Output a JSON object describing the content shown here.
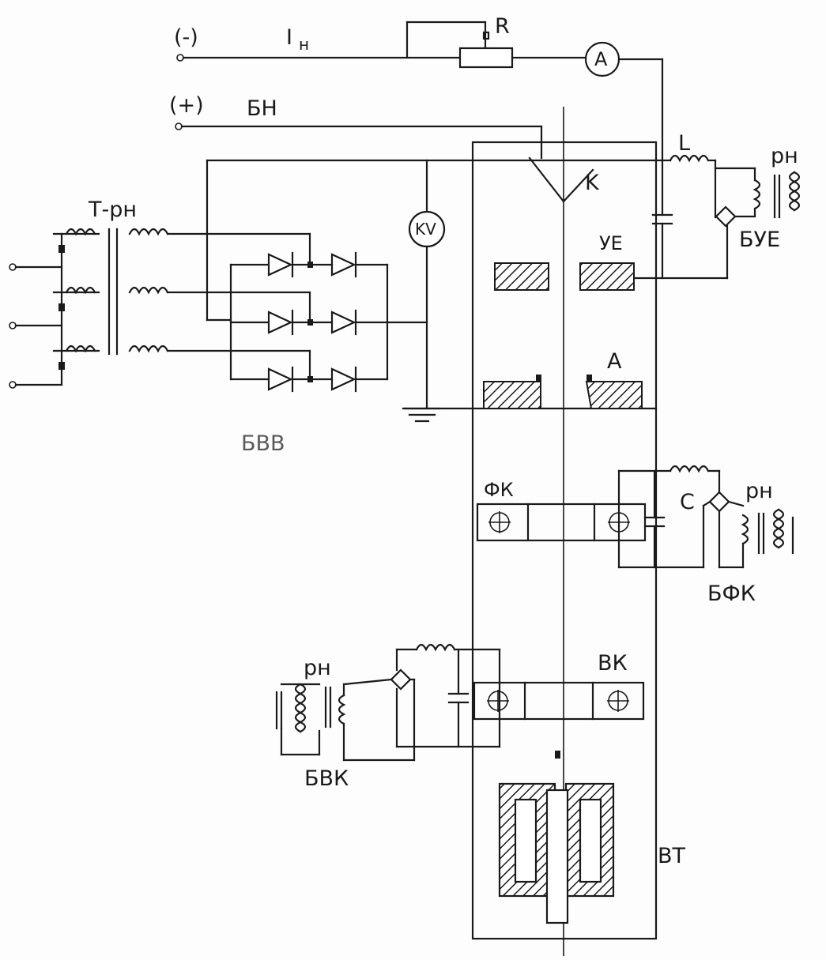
{
  "labels": {
    "minus": "(-)",
    "plus": "(+)",
    "current": "I",
    "current_sub": "н",
    "resistor": "R",
    "ammeter": "A",
    "bn": "БН",
    "inductor": "L",
    "key": "K",
    "kv": "KV",
    "t_rn": "Т-рн",
    "ue": "УЕ",
    "bue": "БУЕ",
    "rn_top": "рн",
    "anode": "А",
    "bvv": "БВВ",
    "fk": "ФК",
    "capacitor": "C",
    "rn_mid": "рн",
    "bfk": "БФК",
    "rn_left": "рн",
    "vk": "ВК",
    "bvk": "БВК",
    "vt": "ВТ"
  }
}
